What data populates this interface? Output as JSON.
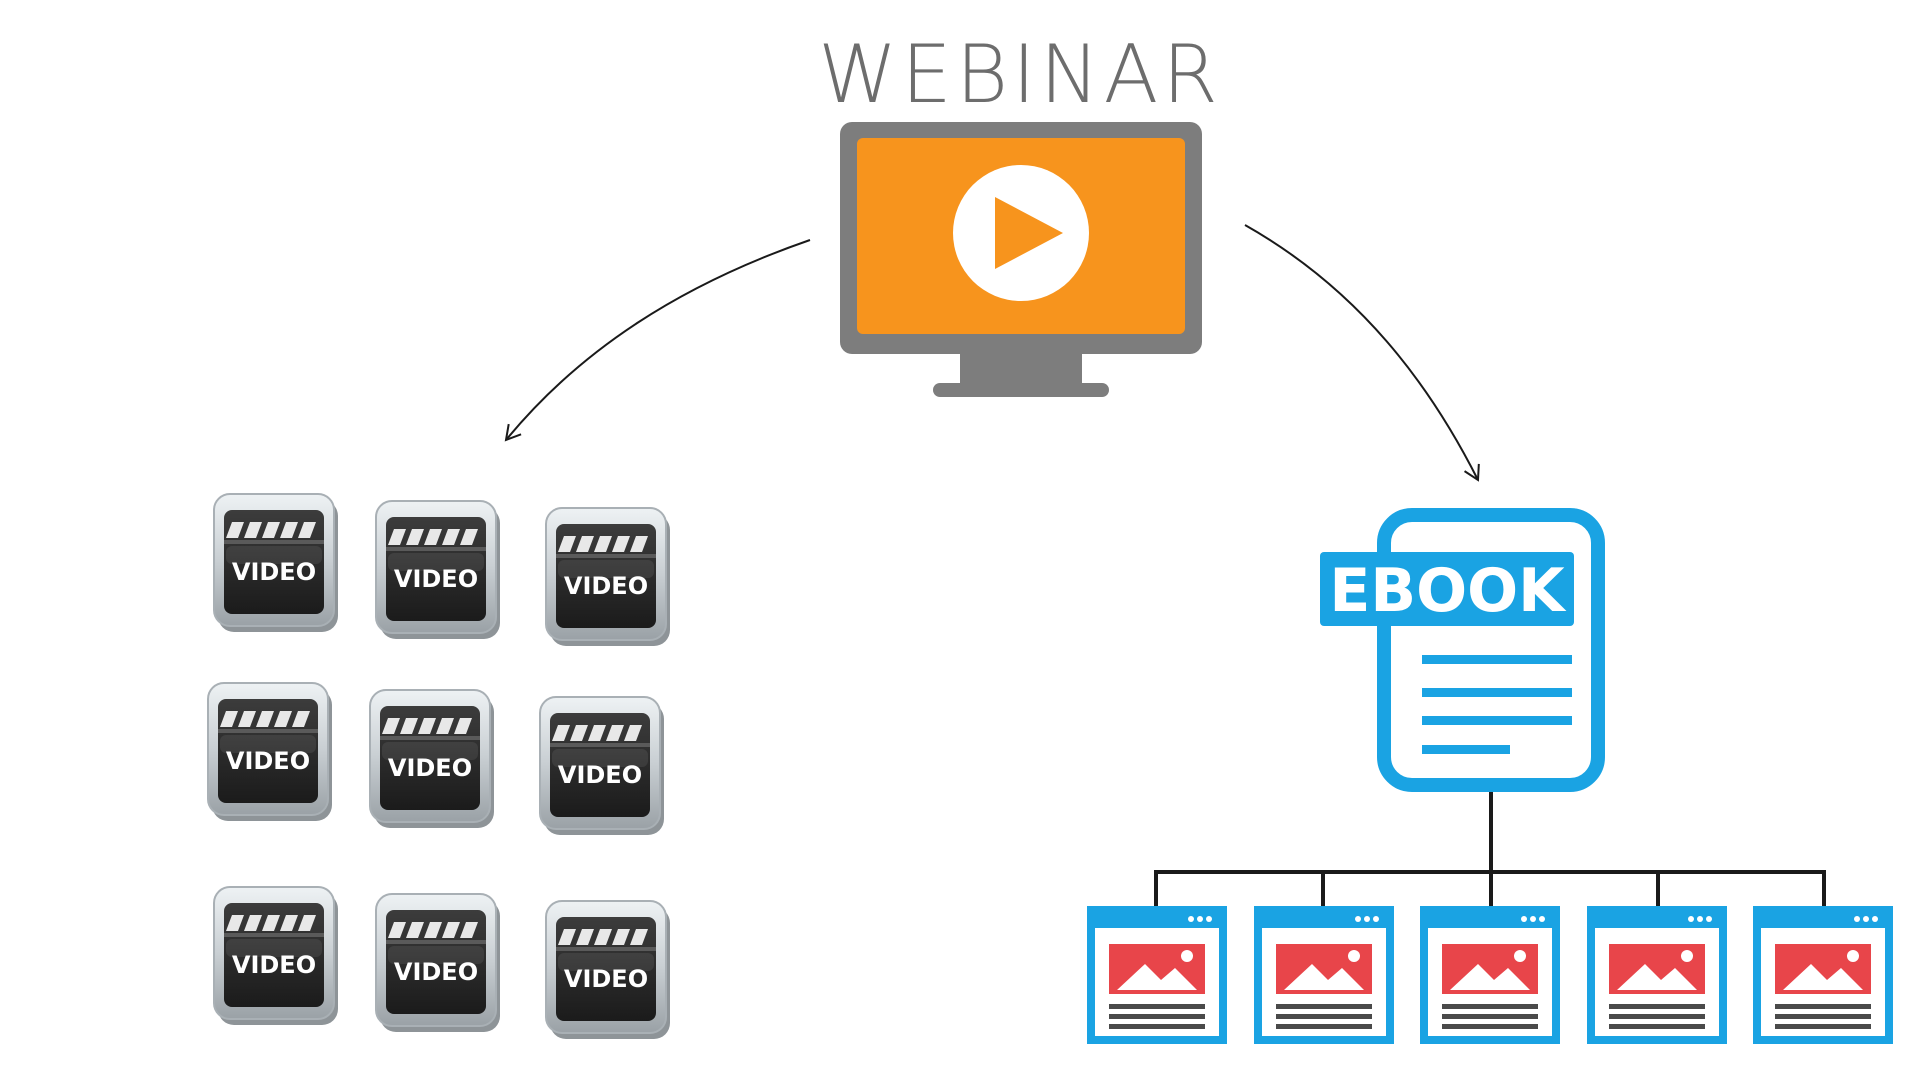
{
  "webinar": {
    "title": "WEBINAR",
    "colors": {
      "frame": "#7d7d7d",
      "screen": "#f7941d",
      "play": "#ffffff"
    },
    "icon": "play-icon"
  },
  "videos": {
    "label": "VIDEO",
    "count": 9,
    "icon": "clapperboard-icon",
    "colors": {
      "tile": "#c9cfd3",
      "board": "#2f2f2f",
      "text": "#ffffff"
    }
  },
  "ebook": {
    "label": "EBOOK",
    "icon": "document-icon",
    "colors": {
      "accent": "#1aa3e3",
      "text": "#ffffff"
    }
  },
  "pages": {
    "count": 5,
    "icon": "browser-image-icon",
    "colors": {
      "frame": "#1aa3e3",
      "image": "#e8454a",
      "lines": "#4a4a4a"
    }
  },
  "connector_color": "#1a1a1a"
}
